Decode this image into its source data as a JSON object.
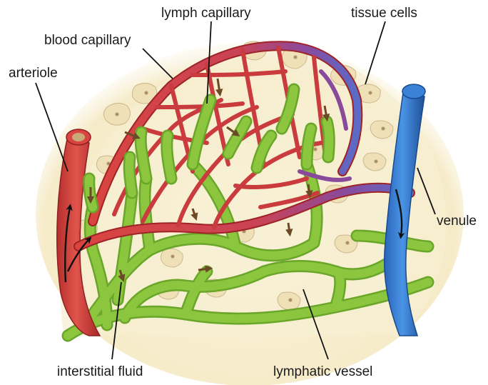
{
  "labels": {
    "lymph_capillary": "lymph capillary",
    "tissue_cells": "tissue cells",
    "blood_capillary": "blood capillary",
    "arteriole": "arteriole",
    "venule": "venule",
    "interstitial_fluid": "interstitial fluid",
    "lymphatic_vessel": "lymphatic vessel"
  },
  "colors": {
    "background": "#ffffff",
    "tissue_fluid": "#f7efd2",
    "tissue_cell": "#efe0b8",
    "tissue_cell_outline": "#c9b48a",
    "blood_red": "#d9443f",
    "blood_red_dark": "#9e2226",
    "blood_purple": "#8a4a9c",
    "venule_blue": "#3b82d6",
    "venule_blue_dark": "#1e56a0",
    "lymph_green": "#8cc63f",
    "lymph_green_dark": "#5f9a22",
    "flow_arrow": "#6b4a25",
    "label_text": "#1a1a1a",
    "leader_line": "#111111"
  }
}
